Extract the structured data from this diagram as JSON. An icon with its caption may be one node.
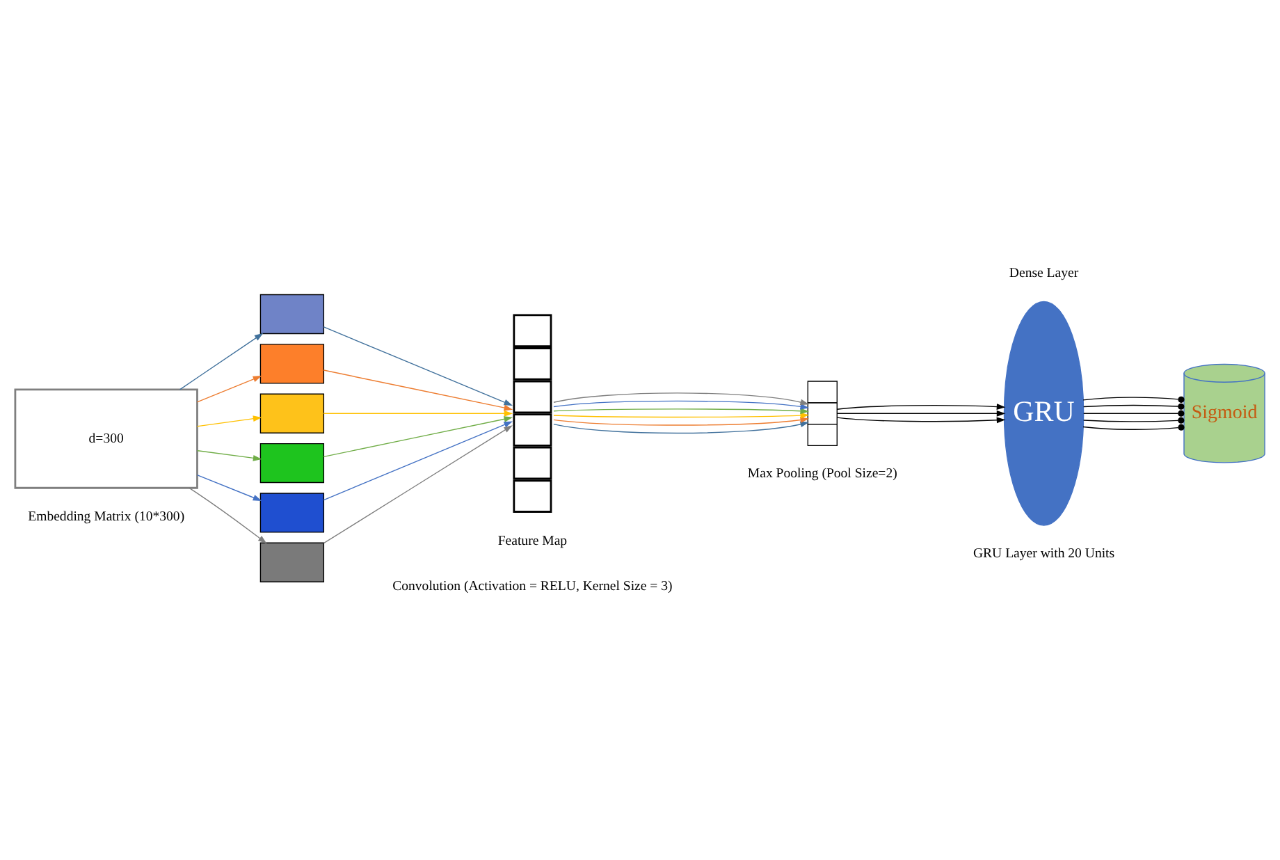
{
  "diagram": {
    "nodes": [
      {
        "text": [
          "d=300"
        ],
        "beside": [
          "Embedding Matrix (10*300)"
        ]
      },
      {
        "text": [],
        "shape": "box"
      },
      {
        "text": [],
        "shape": "box"
      },
      {
        "text": [],
        "shape": "box"
      },
      {
        "text": [],
        "shape": "box"
      },
      {
        "text": [],
        "shape": "box"
      },
      {
        "text": [],
        "shape": "box"
      },
      {
        "text": [],
        "shape": "box",
        "beside": [
          "Feature Map"
        ]
      },
      {
        "text": [],
        "shape": "box",
        "beside": [
          "Max Pooling (Pool Size=2)"
        ]
      },
      {
        "text": [
          "GRU"
        ],
        "beside": [
          "GRU Layer with 20 Units"
        ]
      },
      {
        "text": [
          "Sigmoid"
        ]
      }
    ],
    "edges": [
      {
        "from": 0,
        "to": 1,
        "arrow": "to",
        "color": "#41719c"
      },
      {
        "from": 0,
        "to": 2,
        "arrow": "to",
        "color": "#ed7d31"
      },
      {
        "from": 0,
        "to": 3,
        "arrow": "to",
        "color": "#ffc000"
      },
      {
        "from": 0,
        "to": 4,
        "arrow": "to",
        "color": "#70ad47"
      },
      {
        "from": 0,
        "to": 5,
        "arrow": "to",
        "color": "#4472c4"
      },
      {
        "from": 0,
        "to": 6,
        "arrow": "to",
        "color": "#7f7f7f"
      },
      {
        "from": 1,
        "to": 7,
        "arrow": "to",
        "color": "#41719c"
      },
      {
        "from": 2,
        "to": 7,
        "arrow": "to",
        "color": "#ed7d31"
      },
      {
        "from": 3,
        "to": 7,
        "arrow": "to",
        "color": "#ffc000"
      },
      {
        "from": 4,
        "to": 7,
        "arrow": "to",
        "color": "#70ad47"
      },
      {
        "from": 5,
        "to": 7,
        "arrow": "to",
        "color": "#4472c4"
      },
      {
        "from": 6,
        "to": 7,
        "arrow": "to",
        "color": "#7f7f7f"
      },
      {
        "from": 7,
        "to": 8,
        "arrow": "to",
        "color": "#41719c"
      },
      {
        "from": 7,
        "to": 8,
        "arrow": "to",
        "color": "#ed7d31"
      },
      {
        "from": 7,
        "to": 8,
        "arrow": "to",
        "color": "#ffc000"
      },
      {
        "from": 7,
        "to": 8,
        "arrow": "to",
        "color": "#70ad47"
      },
      {
        "from": 7,
        "to": 8,
        "arrow": "to",
        "color": "#4472c4"
      },
      {
        "from": 7,
        "to": 8,
        "arrow": "to",
        "color": "#7f7f7f"
      },
      {
        "from": 8,
        "to": 9,
        "arrow": "to"
      },
      {
        "from": 8,
        "to": 9,
        "arrow": "to"
      },
      {
        "from": 8,
        "to": 9,
        "arrow": "to"
      },
      {
        "from": 9,
        "to": 10,
        "arrow": "other"
      },
      {
        "from": 9,
        "to": 10,
        "arrow": "other"
      },
      {
        "from": 9,
        "to": 10,
        "arrow": "other"
      },
      {
        "from": 9,
        "to": 10,
        "arrow": "other"
      },
      {
        "from": 9,
        "to": 10,
        "arrow": "other"
      }
    ],
    "labels": [
      "Dense Layer",
      "Convolution (Activation = RELU, Kernel Size = 3)"
    ]
  }
}
